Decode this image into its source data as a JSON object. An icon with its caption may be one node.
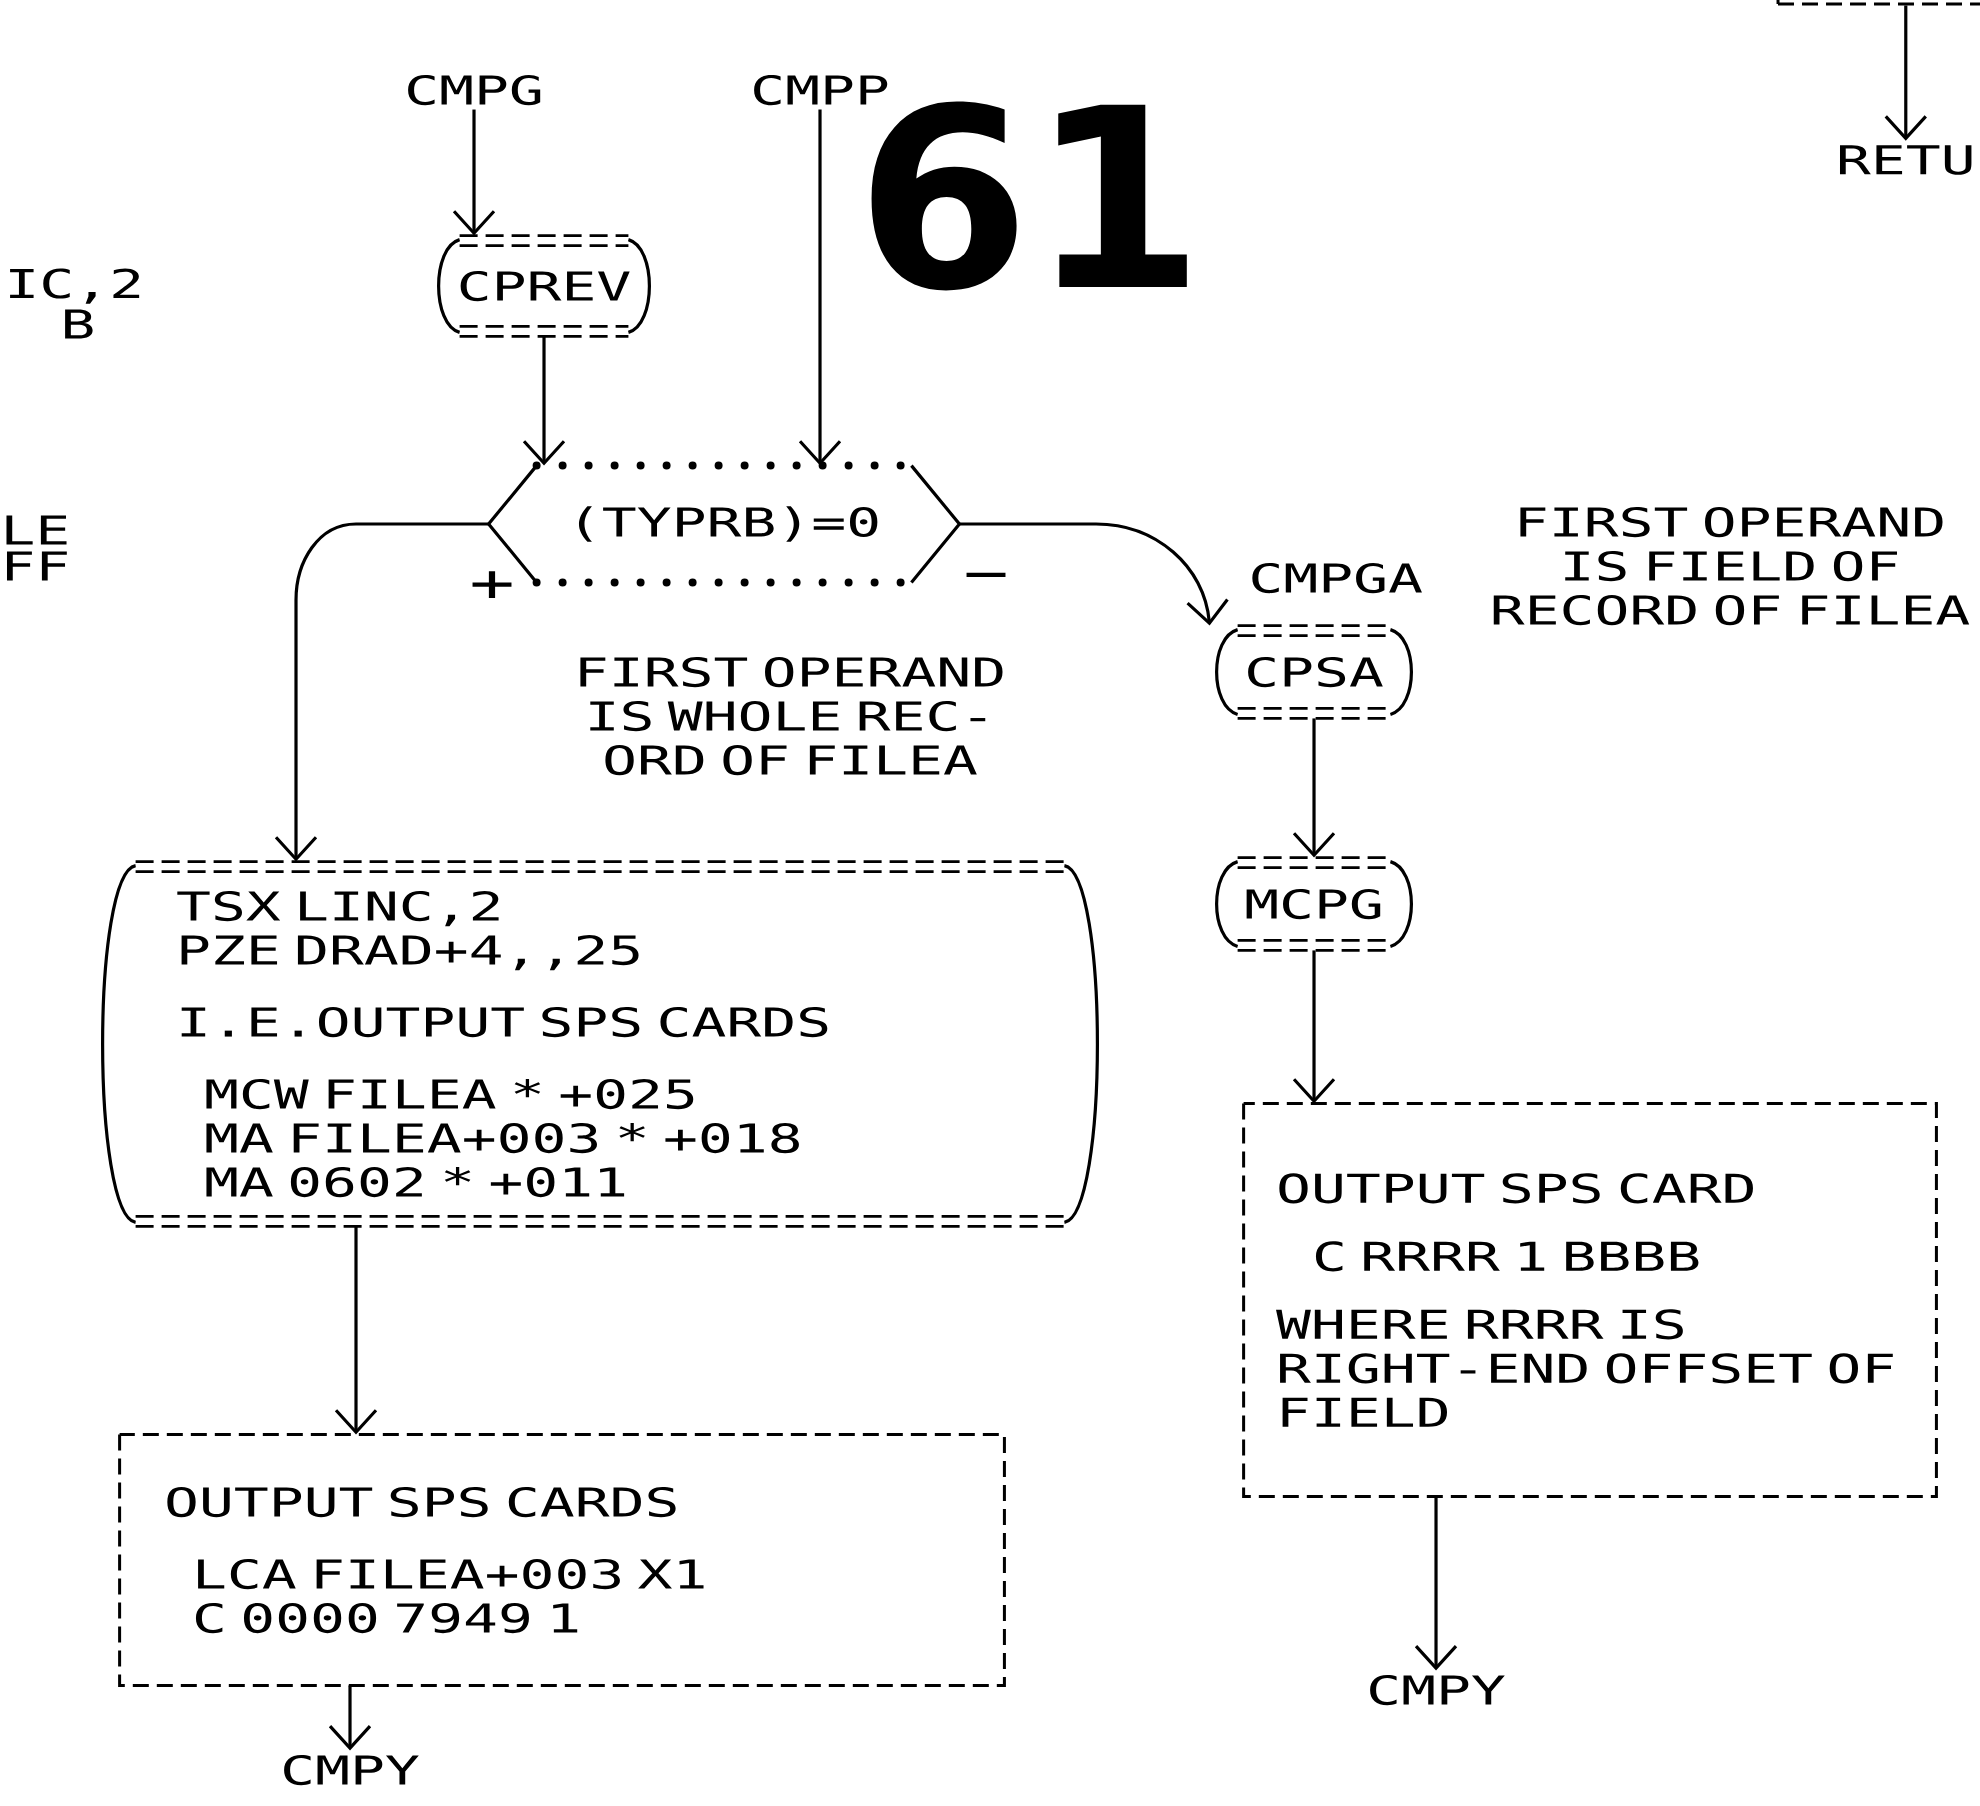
{
  "diagram": {
    "nodes": [
      {
        "text": [
          "CMPG"
        ]
      },
      {
        "text": [
          "CMPP"
        ]
      },
      {
        "text": [
          "CPREV"
        ]
      },
      {
        "text": [
          "(TYPRB)=0"
        ]
      },
      {
        "text": [
          "CPSA"
        ],
        "beside": [
          "CMPGA"
        ]
      },
      {
        "text": [
          "MCPG"
        ]
      },
      {
        "text": [
          "TSX LINC,2",
          "PZE DRAD+4,,25",
          "I.E.OUTPUT SPS CARDS",
          "MCW FILEA * +025",
          "MA FILEA+003 * +018",
          "MA 0602 * +011"
        ]
      },
      {
        "text": [
          "OUTPUT SPS CARDS",
          "LCA FILEA+003 X1",
          "C 0000 7949 1"
        ]
      },
      {
        "text": [
          "CMPY"
        ]
      },
      {
        "text": [
          "OUTPUT SPS CARD",
          "C RRRR 1 BBBB",
          "WHERE RRRR IS RIGHT-END OFFSET OF FIELD"
        ]
      },
      {
        "text": [
          "CMPY"
        ]
      },
      {
        "text": [
          "RETU"
        ]
      },
      {
        "text": [],
        "shape": "box"
      }
    ],
    "edges": [
      {
        "from": 0,
        "to": 2,
        "arrow": "to"
      },
      {
        "from": 1,
        "to": 3,
        "arrow": "to"
      },
      {
        "from": 2,
        "to": 3,
        "arrow": "to"
      },
      {
        "from": 3,
        "to": 6,
        "arrow": "to",
        "label": "+"
      },
      {
        "from": 3,
        "to": 4,
        "arrow": "to",
        "label": "−"
      },
      {
        "from": 4,
        "to": 5,
        "arrow": "to"
      },
      {
        "from": 5,
        "to": 9,
        "arrow": "to"
      },
      {
        "from": 6,
        "to": 7,
        "arrow": "to"
      },
      {
        "from": 7,
        "to": 8,
        "arrow": "to"
      },
      {
        "from": 9,
        "to": 10,
        "arrow": "to"
      },
      {
        "from": 12,
        "to": 11,
        "arrow": "to"
      }
    ],
    "labels": [
      "IC,2",
      "B",
      "61",
      "LE",
      "FF",
      "FIRST OPERAND IS FIELD OF RECORD OF FILEA",
      "FIRST OPERAND IS WHOLE REC- ORD OF FILEA"
    ]
  }
}
